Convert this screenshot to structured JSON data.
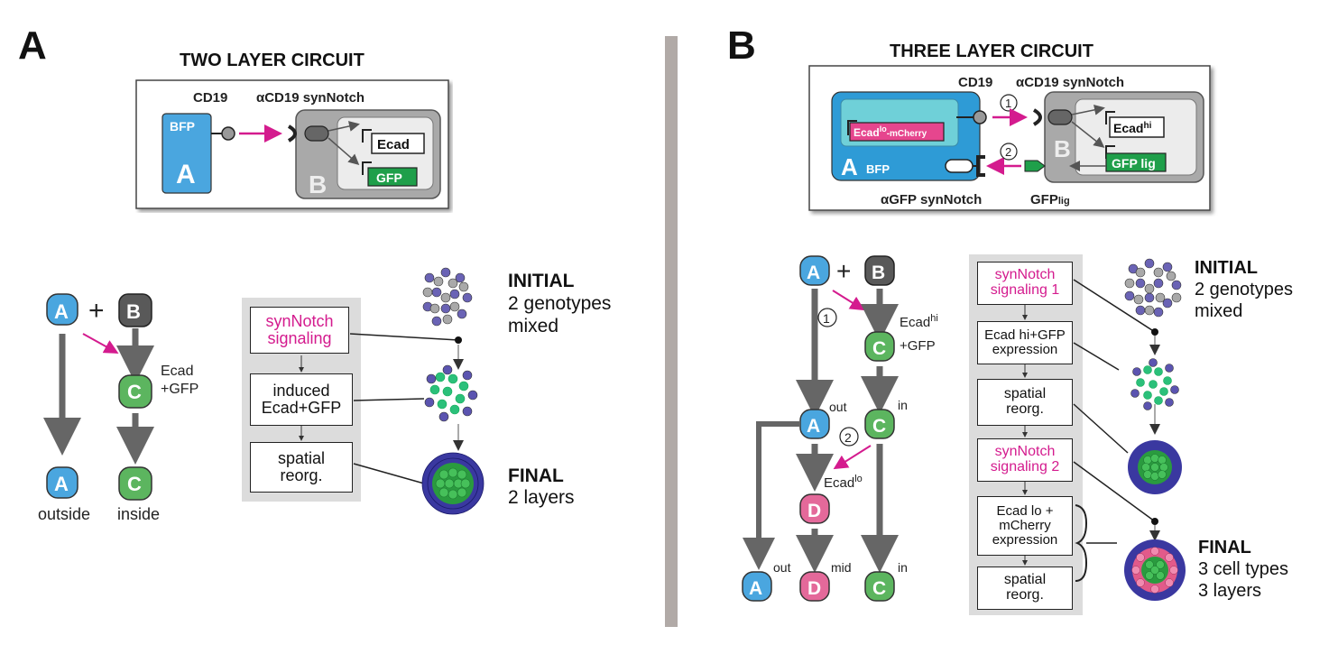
{
  "panelA": {
    "letter": "A",
    "title": "TWO LAYER CIRCUIT",
    "circuit": {
      "cd19": "CD19",
      "synnotch": "αCD19 synNotch",
      "bfp": "BFP",
      "cell_a": "A",
      "cell_b": "B",
      "ecad": "Ecad",
      "gfp": "GFP"
    },
    "lineage": {
      "a": "A",
      "plus": "+",
      "b": "B",
      "c": "C",
      "ecad_gfp": "Ecad\n+GFP",
      "a_final": "A",
      "c_final": "C",
      "outside": "outside",
      "inside": "inside"
    },
    "flow": [
      "synNotch\nsignaling",
      "induced\nEcad+GFP",
      "spatial\nreorg."
    ],
    "initial": {
      "title": "INITIAL",
      "desc": "2 genotypes\nmixed"
    },
    "final": {
      "title": "FINAL",
      "desc": "2 layers"
    }
  },
  "panelB": {
    "letter": "B",
    "title": "THREE LAYER CIRCUIT",
    "circuit": {
      "cd19": "CD19",
      "synnotch_top": "αCD19 synNotch",
      "synnotch_bottom": "αGFP synNotch",
      "gfplig": "GFPlig",
      "ecad_lo": "Ecad",
      "ecad_lo_sup": "lo",
      "ecad_lo_suffix": "-mCherry",
      "ecad_hi": "Ecad",
      "ecad_hi_sup": "hi",
      "gfp_lig": "GFP lig",
      "cell_a": "A",
      "bfp": "BFP",
      "cell_b": "B",
      "step1": "1",
      "step2": "2"
    },
    "lineage": {
      "a": "A",
      "plus": "+",
      "b": "B",
      "step1": "1",
      "step2": "2",
      "c": "C",
      "ecad_hi_gfp": "Ecad hi\n+GFP",
      "a_out": "A",
      "out_sup": "out",
      "c_in": "C",
      "in_sup": "in",
      "ecad_lo": "Ecad",
      "lo_sup": "lo",
      "d": "D",
      "a_final": "A",
      "d_final": "D",
      "mid_sup": "mid",
      "c_final": "C"
    },
    "flow": [
      "synNotch\nsignaling 1",
      "Ecad hi+GFP\nexpression",
      "spatial\nreorg.",
      "synNotch\nsignaling 2",
      "Ecad lo +\nmCherry\nexpression",
      "spatial\nreorg."
    ],
    "initial": {
      "title": "INITIAL",
      "desc": "2 genotypes\nmixed"
    },
    "final": {
      "title": "FINAL",
      "desc": "3 cell types\n3 layers"
    }
  },
  "colors": {
    "cell_a": "#4aa6df",
    "cell_b": "#595959",
    "cell_c": "#5cb55f",
    "cell_d": "#e4699a",
    "magenta": "#d41b8e",
    "gfp_green": "#1f9f4a",
    "divider": "#b1aaa7"
  }
}
